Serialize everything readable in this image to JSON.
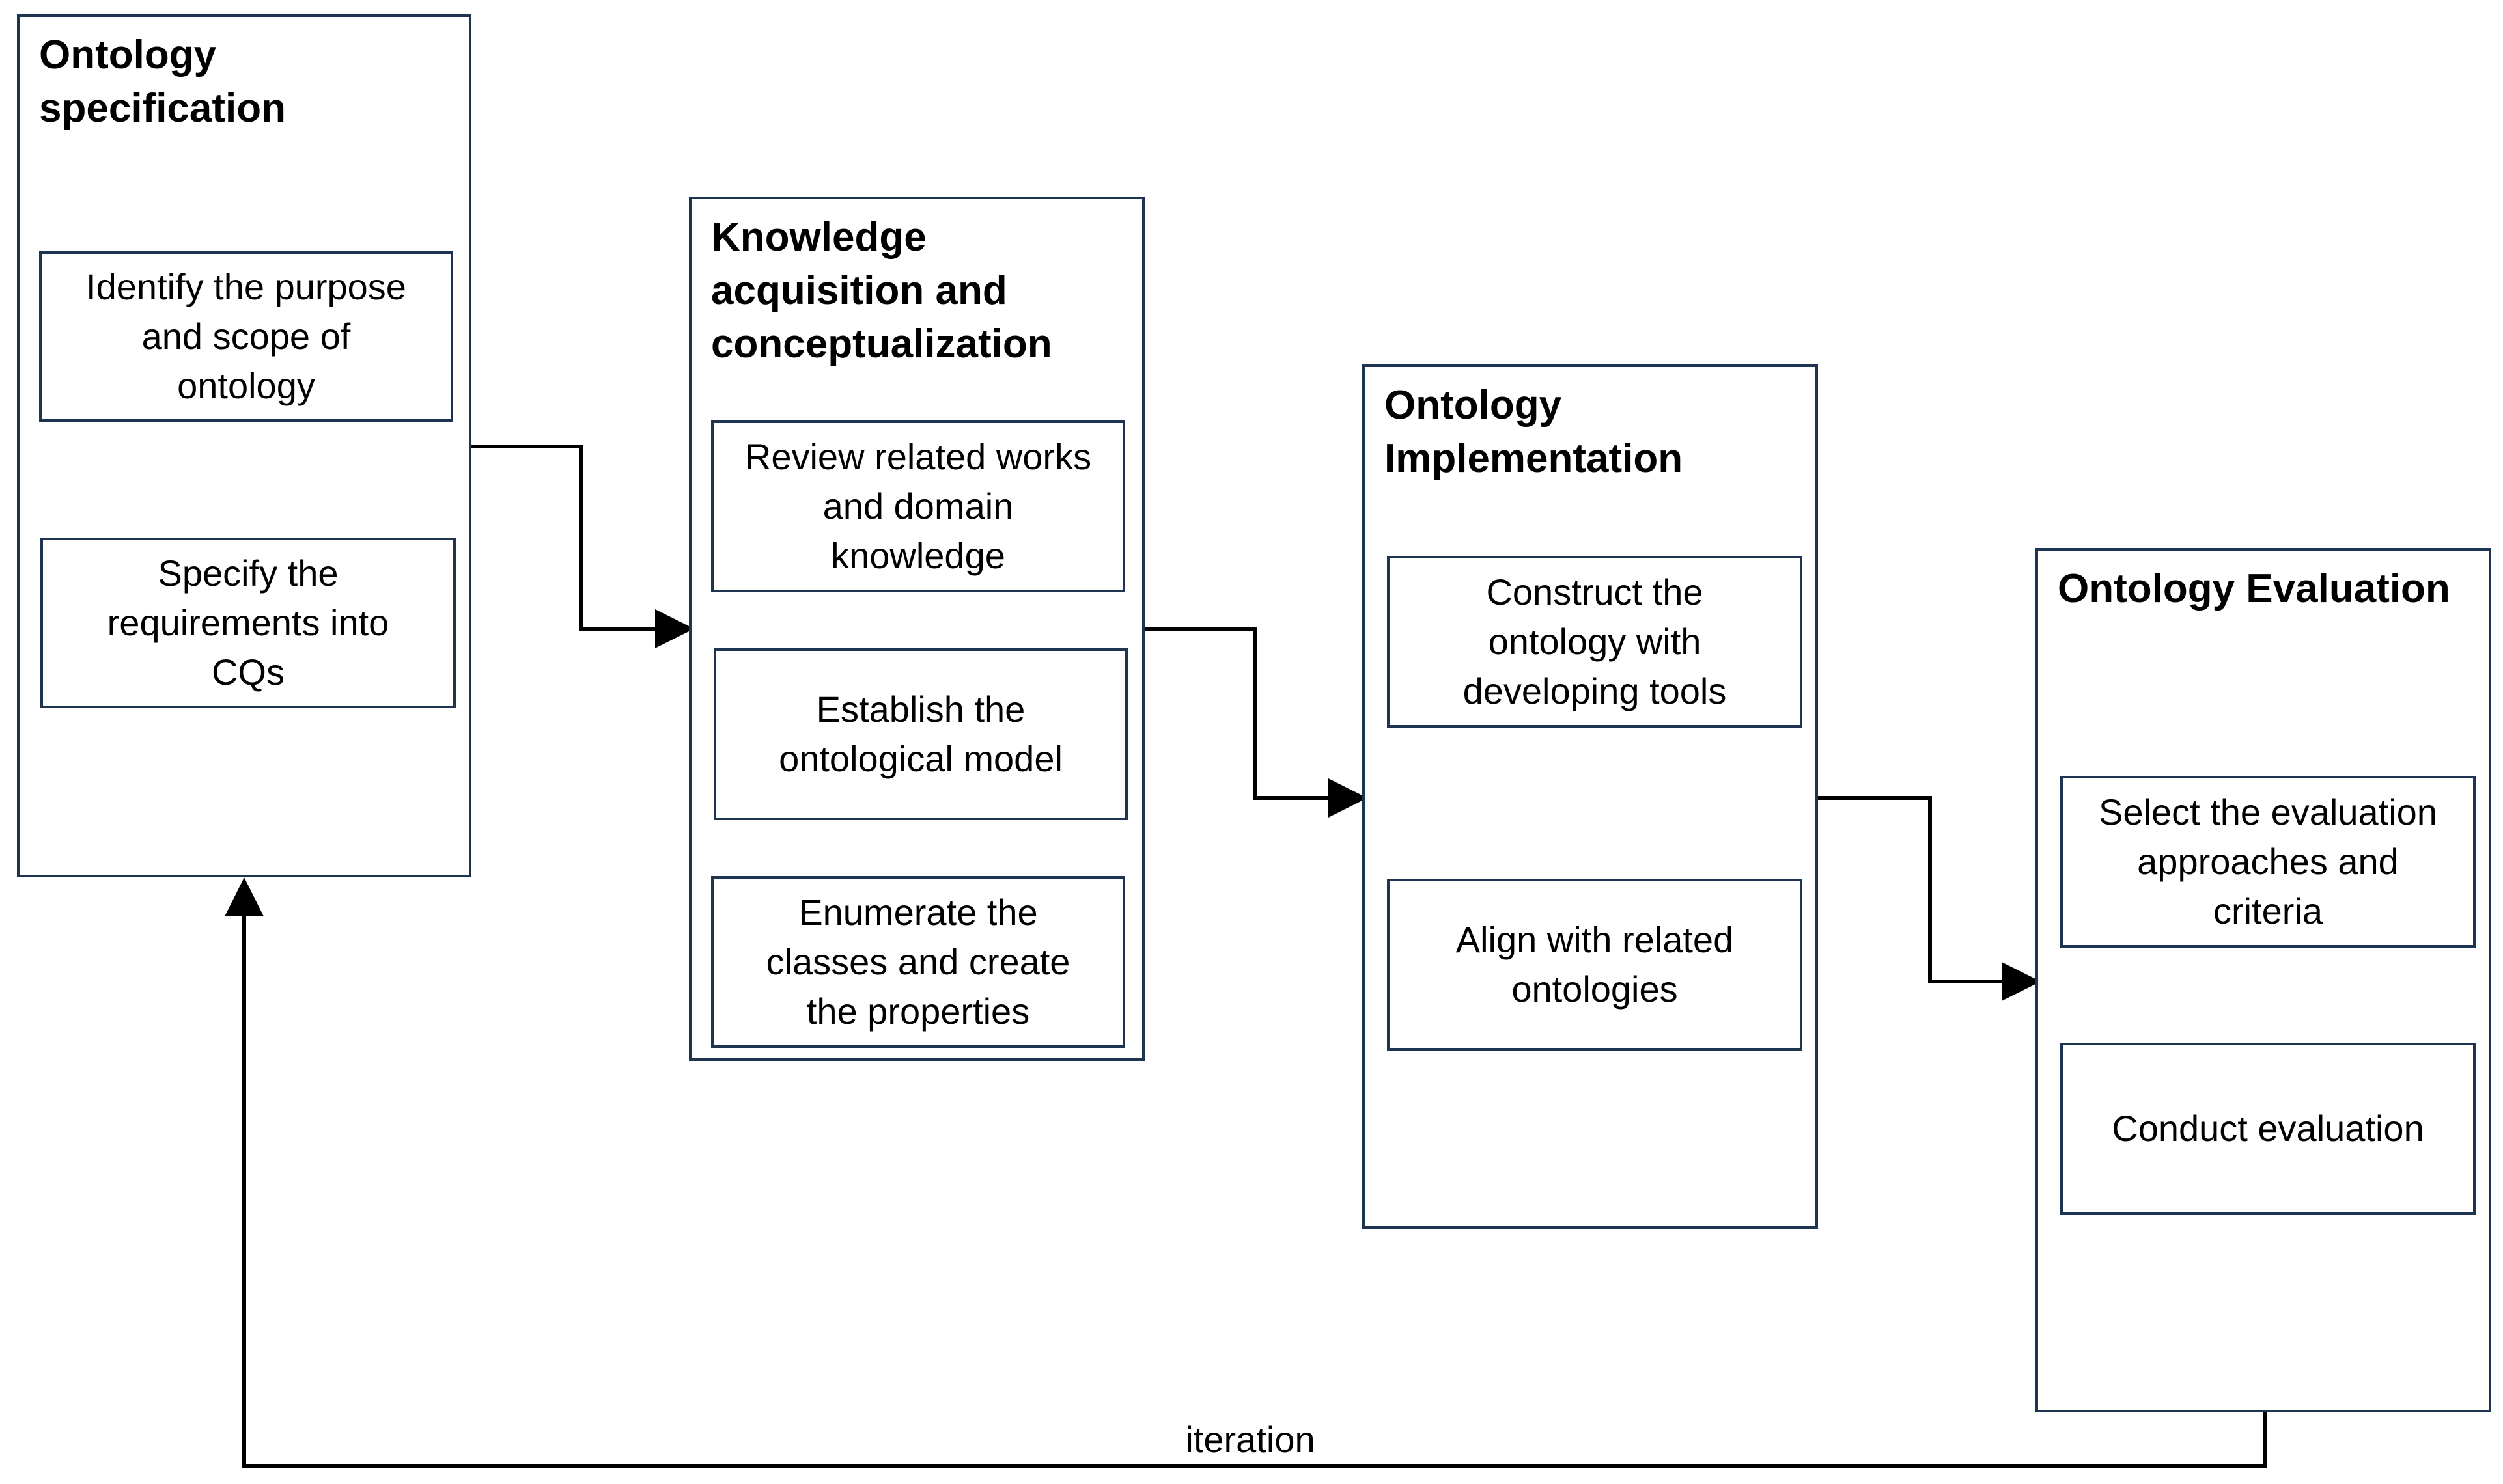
{
  "stages": [
    {
      "id": "specification",
      "title": "Ontology\nspecification",
      "steps": [
        "Identify the purpose\nand scope of\nontology",
        "Specify the\nrequirements into\nCQs"
      ]
    },
    {
      "id": "knowledge",
      "title": "Knowledge\nacquisition and\nconceptualization",
      "steps": [
        "Review related works\nand domain\nknowledge",
        "Establish the\nontological model",
        "Enumerate the\nclasses and create\nthe properties"
      ]
    },
    {
      "id": "implementation",
      "title": "Ontology\nImplementation",
      "steps": [
        "Construct the\nontology with\ndeveloping tools",
        "Align with related\nontologies"
      ]
    },
    {
      "id": "evaluation",
      "title": "Ontology Evaluation",
      "steps": [
        "Select the evaluation\napproaches and\ncriteria",
        "Conduct evaluation"
      ]
    }
  ],
  "loop": {
    "label": "iteration"
  },
  "colors": {
    "box_border": "#1f3450",
    "arrow": "#000000",
    "background": "#ffffff"
  }
}
